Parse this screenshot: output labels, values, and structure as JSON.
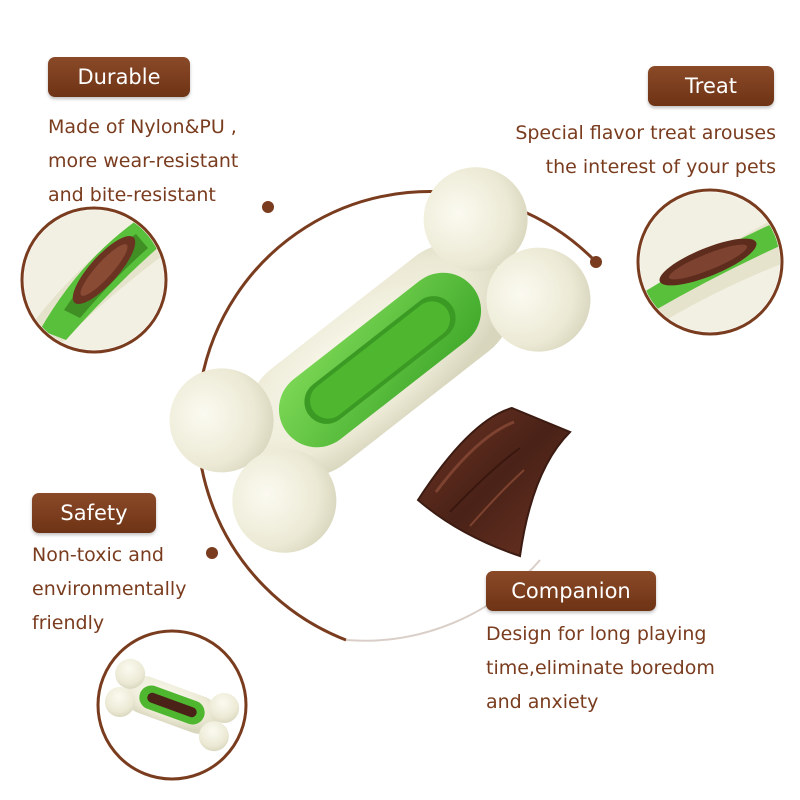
{
  "features": {
    "durable": {
      "title": "Durable",
      "lines": [
        "Made of Nylon&PU ,",
        "more wear-resistant",
        "and bite-resistant"
      ]
    },
    "treat": {
      "title": "Treat",
      "lines": [
        "Special flavor treat arouses",
        "the interest  of your pets"
      ]
    },
    "safety": {
      "title": "Safety",
      "lines": [
        "Non-toxic and",
        "environmentally",
        "friendly"
      ]
    },
    "companion": {
      "title": "Companion",
      "lines": [
        "Design for long playing",
        "time,eliminate boredom",
        "and anxiety"
      ]
    }
  },
  "colors": {
    "badge": "#7a3c1e",
    "text": "#7a3c1e",
    "ring": "#7a3c1e",
    "toy_cream": "#efeedd",
    "toy_green": "#5cc23a",
    "treat_brown": "#5a2a1c"
  },
  "images": {
    "main": "bone-toy-with-treat",
    "detail_left": "toy-closeup-icon",
    "detail_right": "treat-closeup-icon",
    "small": "toy-small-icon"
  }
}
